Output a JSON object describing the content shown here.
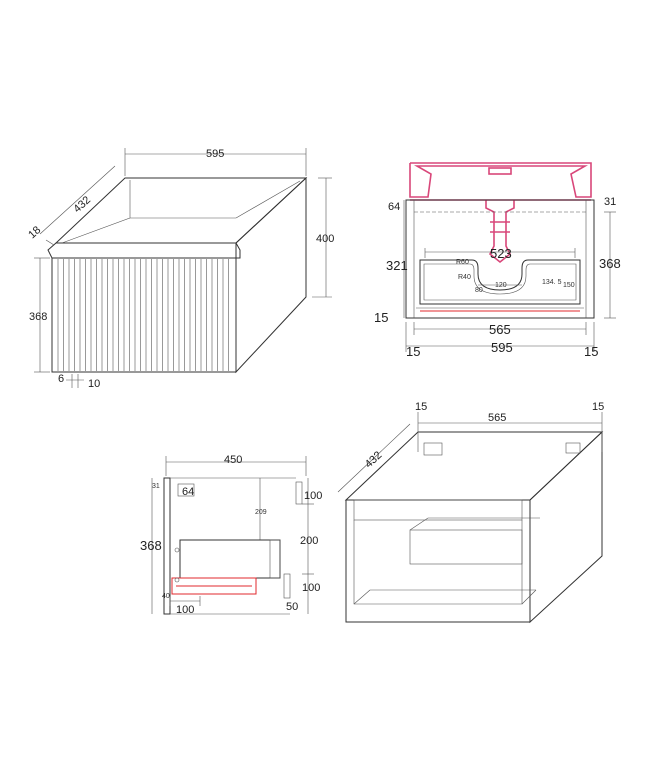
{
  "drawing_title": "",
  "iso_view": {
    "width": "595",
    "depth": "432",
    "height": "400",
    "top_thk": "18",
    "front_h": "368",
    "gap": "6",
    "offset": "10"
  },
  "front_view": {
    "d64": "64",
    "d31": "31",
    "d321": "321",
    "d368": "368",
    "d15a": "15",
    "d523": "523",
    "r60": "R60",
    "r40": "R40",
    "d80": "80",
    "d120": "120",
    "d134": "134. 5",
    "d150": "150",
    "d565": "565",
    "d595": "595",
    "d15b": "15",
    "d15c": "15"
  },
  "side_view": {
    "d450": "450",
    "d31": "31",
    "d64": "64",
    "d100a": "100",
    "d209": "209",
    "d368": "368",
    "d200": "200",
    "d100b": "100",
    "d40": "40",
    "d100c": "100",
    "d50": "50"
  },
  "carcass_view": {
    "d15a": "15",
    "d565": "565",
    "d15b": "15",
    "d432": "432"
  }
}
